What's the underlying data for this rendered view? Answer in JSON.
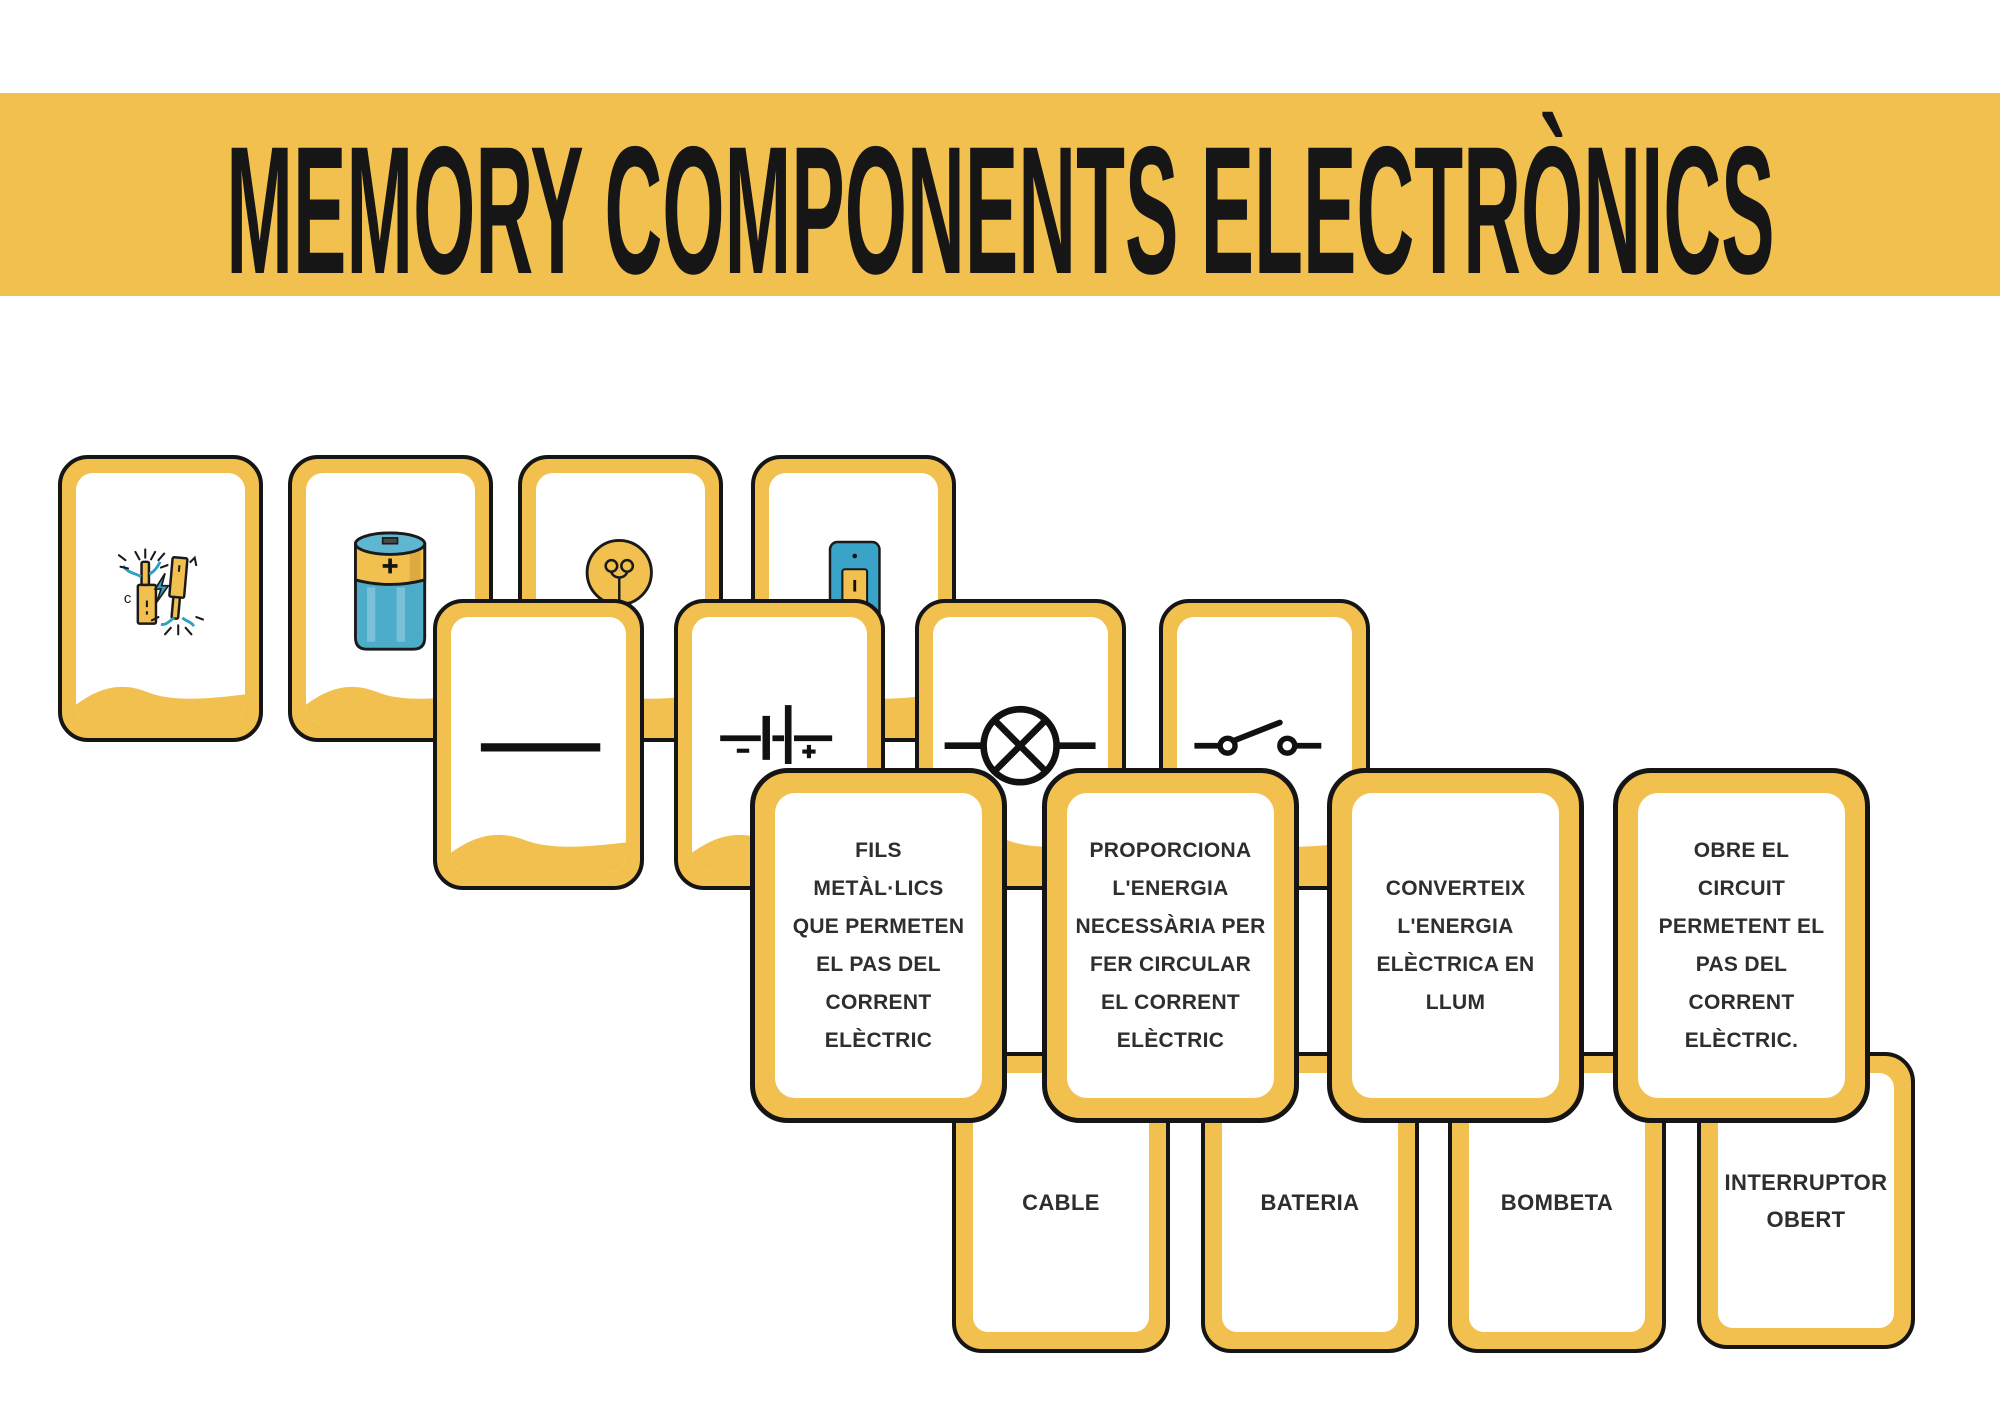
{
  "title": "MEMORY COMPONENTS ELECTRÒNICS",
  "colors": {
    "banner_yellow": "#F1C04F",
    "card_frame_yellow": "#F1C04F",
    "outline_black": "#151515",
    "accent_blue": "#3AA3C8",
    "text_dark": "#2E2E2E"
  },
  "rows": {
    "illustrations": [
      {
        "icon": "cable-illustration"
      },
      {
        "icon": "battery-illustration"
      },
      {
        "icon": "bulb-illustration"
      },
      {
        "icon": "switch-illustration"
      }
    ],
    "symbols": [
      {
        "icon": "wire-symbol"
      },
      {
        "icon": "battery-symbol"
      },
      {
        "icon": "bulb-symbol"
      },
      {
        "icon": "open-switch-symbol"
      }
    ],
    "descriptions": [
      {
        "text": "FILS\nMETÀL·LICS\nQUE PERMETEN\nEL PAS DEL\nCORRENT\nELÈCTRIC"
      },
      {
        "text": "PROPORCIONA\nL'ENERGIA\nNECESSÀRIA PER\nFER CIRCULAR\nEL CORRENT\nELÈCTRIC"
      },
      {
        "text": "CONVERTEIX\nL'ENERGIA\nELÈCTRICA EN\nLLUM"
      },
      {
        "text": "OBRE EL\nCIRCUIT\nPERMETENT EL\nPAS DEL\nCORRENT\nELÈCTRIC."
      }
    ],
    "labels": [
      {
        "text": "CABLE"
      },
      {
        "text": "BATERIA"
      },
      {
        "text": "BOMBETA"
      },
      {
        "text": "INTERRUPTOR\nOBERT"
      }
    ]
  }
}
